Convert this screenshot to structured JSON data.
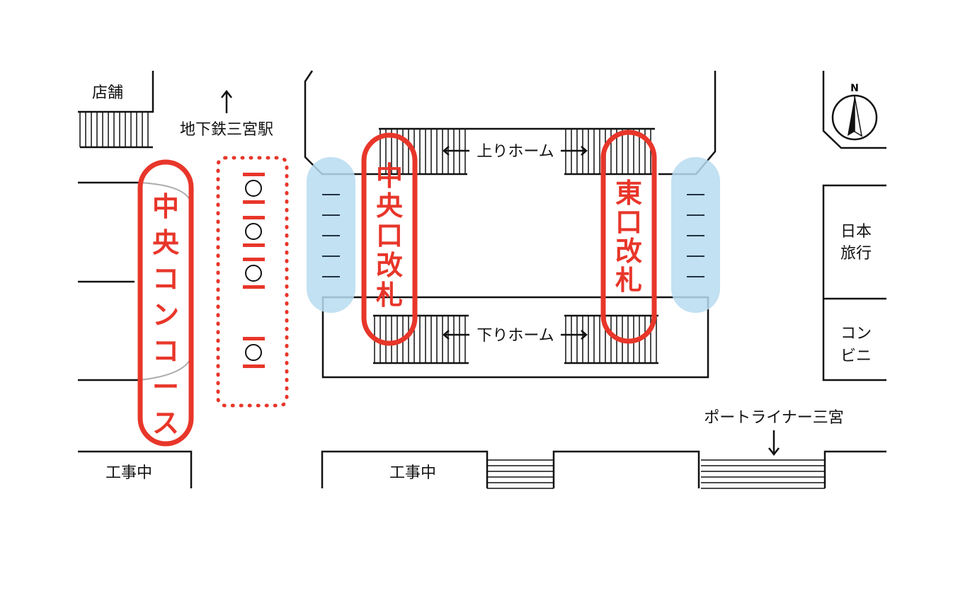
{
  "map": {
    "shop_label": "店舗",
    "subway_label": "地下鉄三宮駅",
    "central_concourse": [
      "中",
      "央",
      "コ",
      "ン",
      "コ",
      "ー",
      "ス"
    ],
    "central_gate": [
      "中",
      "央",
      "口",
      "改",
      "札"
    ],
    "east_gate": [
      "東",
      "口",
      "改",
      "札"
    ],
    "up_platform": "上りホーム",
    "down_platform": "下りホーム",
    "travel_agency": [
      "日本",
      "旅行"
    ],
    "convenience_store": [
      "コン",
      "ビニ"
    ],
    "port_liner": "ポートライナー三宮",
    "construction_left": "工事中",
    "construction_center": "工事中",
    "compass_north": "N"
  },
  "colors": {
    "highlight_red": "#e8362a",
    "highlight_blue": "#b7dcf0",
    "line": "#111111"
  }
}
